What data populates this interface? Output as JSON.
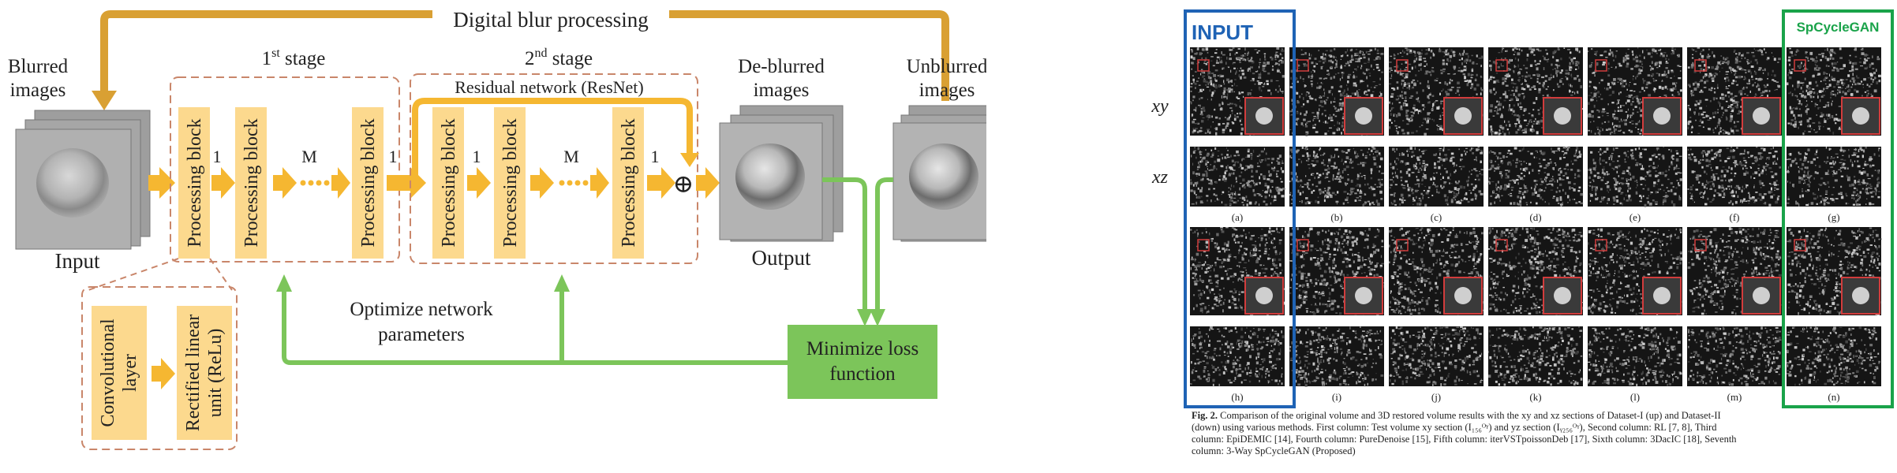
{
  "diagram": {
    "top_label": "Digital blur processing",
    "blurred_label_1": "Blurred",
    "blurred_label_2": "images",
    "input_label": "Input",
    "stage1_label": "1",
    "stage1_sup": "st",
    "stage1_suffix": " stage",
    "stage2_label": "2",
    "stage2_sup": "nd",
    "stage2_suffix": " stage",
    "resnet_label": "Residual network (ResNet)",
    "deblurred_label_1": "De-blurred",
    "deblurred_label_2": "images",
    "output_label": "Output",
    "unblurred_label_1": "Unblurred",
    "unblurred_label_2": "images",
    "processing_block": "Processing block",
    "one": "1",
    "m": "M",
    "plus": "⊕",
    "optimize_1": "Optimize network",
    "optimize_2": "parameters",
    "loss_1": "Minimize loss",
    "loss_2": "function",
    "conv_1": "Convolutional",
    "conv_2": "layer",
    "relu_1": "Rectified linear",
    "relu_2": "unit (ReLu)",
    "colors": {
      "orange": "#f5b731",
      "gold": "#d9a033",
      "green": "#7cc55a",
      "block": "#fcd98e",
      "dash": "#c9866a"
    }
  },
  "figure": {
    "input_badge": "INPUT",
    "method_badge": "SpCycleGAN",
    "row_labels": [
      "xy",
      "xz"
    ],
    "top_letters": [
      "(a)",
      "(b)",
      "(c)",
      "(d)",
      "(e)",
      "(f)",
      "(g)"
    ],
    "bottom_letters": [
      "(h)",
      "(i)",
      "(j)",
      "(k)",
      "(l)",
      "(m)",
      "(n)"
    ],
    "caption_lead": "Fig. 2.",
    "caption_line1": "Comparison of the original volume and 3D restored volume results with the xy and xz sections of Dataset-I (up) and Dataset-II",
    "caption_line2": "(down) using various methods. First column: Test volume xy section (I₁₅₆ᴼᵞ) and yz section (Iᵧ₂₅₆ᴼᵞ), Second column: RL [7, 8], Third",
    "caption_line3": "column: EpiDEMIC [14], Fourth column: PureDenoise [15], Fifth column: iterVSTpoissonDeb [17], Sixth column: 3DacIC [18], Seventh",
    "caption_line4": "column: 3-Way SpCycleGAN (Proposed)",
    "colors": {
      "input_box": "#1f63b5",
      "method_box": "#1aa34a",
      "inset_red": "#d23c3c"
    }
  }
}
